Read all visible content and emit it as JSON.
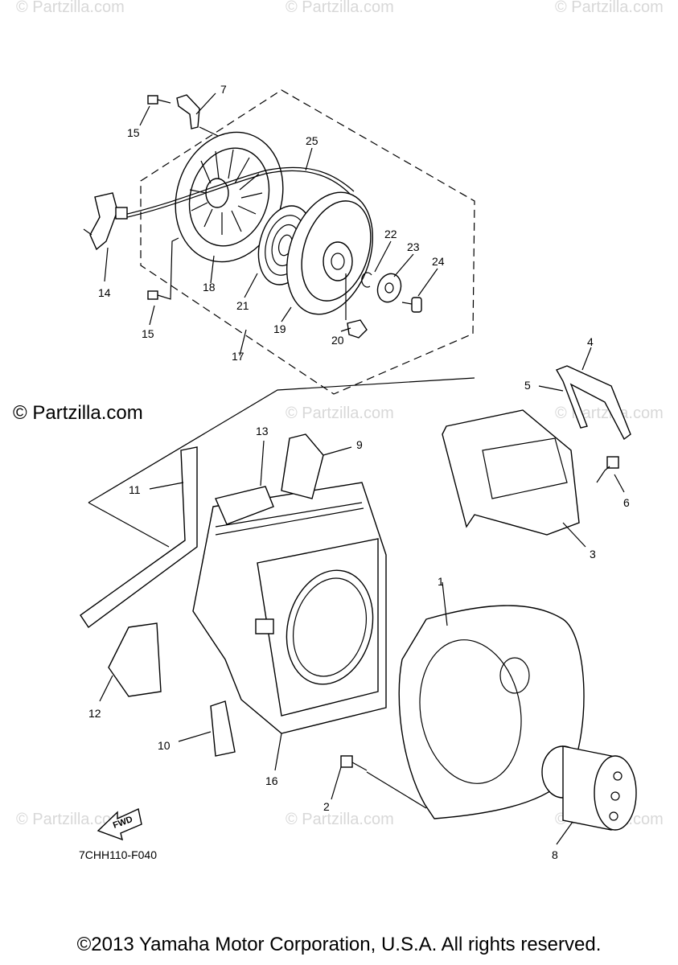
{
  "watermark": "© Partzilla.com",
  "brand_label": "© Partzilla.com",
  "diagram_code": "7CHH110-F040",
  "fwd_label": "FWD",
  "copyright": "©2013 Yamaha Motor Corporation, U.S.A. All rights reserved.",
  "callouts": [
    {
      "id": "c1",
      "label": "1"
    },
    {
      "id": "c2",
      "label": "2"
    },
    {
      "id": "c3",
      "label": "3"
    },
    {
      "id": "c4",
      "label": "4"
    },
    {
      "id": "c5",
      "label": "5"
    },
    {
      "id": "c6",
      "label": "6"
    },
    {
      "id": "c7",
      "label": "7"
    },
    {
      "id": "c8",
      "label": "8"
    },
    {
      "id": "c9",
      "label": "9"
    },
    {
      "id": "c10",
      "label": "10"
    },
    {
      "id": "c11",
      "label": "11"
    },
    {
      "id": "c12",
      "label": "12"
    },
    {
      "id": "c13",
      "label": "13"
    },
    {
      "id": "c14",
      "label": "14"
    },
    {
      "id": "c15a",
      "label": "15"
    },
    {
      "id": "c15b",
      "label": "15"
    },
    {
      "id": "c16",
      "label": "16"
    },
    {
      "id": "c17",
      "label": "17"
    },
    {
      "id": "c18",
      "label": "18"
    },
    {
      "id": "c19",
      "label": "19"
    },
    {
      "id": "c20",
      "label": "20"
    },
    {
      "id": "c21",
      "label": "21"
    },
    {
      "id": "c22",
      "label": "22"
    },
    {
      "id": "c23",
      "label": "23"
    },
    {
      "id": "c24",
      "label": "24"
    },
    {
      "id": "c25",
      "label": "25"
    }
  ]
}
